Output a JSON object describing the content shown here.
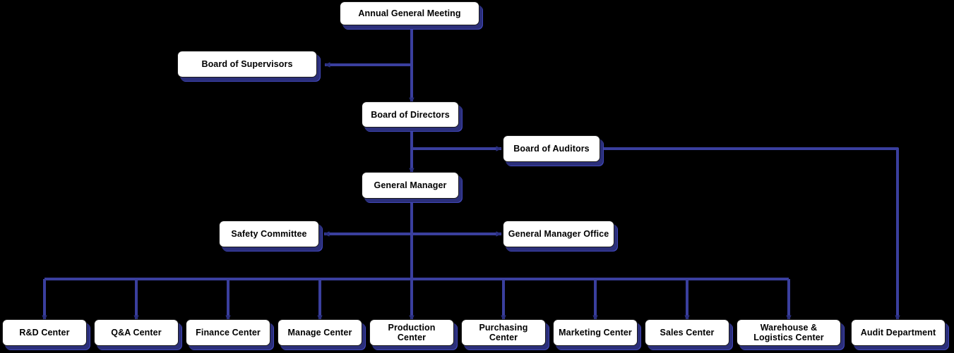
{
  "diagram": {
    "title": "Organizational Structure Chart",
    "type": "org-chart",
    "background_color": "#000000",
    "node_fill": "#ffffff",
    "node_border": "#1a1a1a",
    "connector_color": "#3a3f9e",
    "shadow_color": "#4046b8",
    "text_color": "#000000"
  },
  "nodes": {
    "annual_general_meeting": "Annual General Meeting",
    "board_of_supervisors": "Board of Supervisors",
    "board_of_directors": "Board of Directors",
    "board_of_auditors": "Board of Auditors",
    "general_manager": "General Manager",
    "safety_committee": "Safety Committee",
    "general_manager_office": "General Manager Office",
    "rd_center": "R&D Center",
    "qa_center": "Q&A Center",
    "finance_center": "Finance Center",
    "manage_center": "Manage Center",
    "production_center": "Production Center",
    "purchasing_center": "Purchasing Center",
    "marketing_center": "Marketing Center",
    "sales_center": "Sales Center",
    "warehouse_logistics_center": "Warehouse & Logistics Center",
    "audit_department": "Audit Department"
  },
  "edges": [
    {
      "from": "annual_general_meeting",
      "to": "board_of_supervisors"
    },
    {
      "from": "annual_general_meeting",
      "to": "board_of_directors"
    },
    {
      "from": "board_of_directors",
      "to": "board_of_auditors"
    },
    {
      "from": "board_of_directors",
      "to": "general_manager"
    },
    {
      "from": "board_of_auditors",
      "to": "audit_department"
    },
    {
      "from": "general_manager",
      "to": "safety_committee"
    },
    {
      "from": "general_manager",
      "to": "general_manager_office"
    },
    {
      "from": "general_manager",
      "to": "rd_center"
    },
    {
      "from": "general_manager",
      "to": "qa_center"
    },
    {
      "from": "general_manager",
      "to": "finance_center"
    },
    {
      "from": "general_manager",
      "to": "manage_center"
    },
    {
      "from": "general_manager",
      "to": "production_center"
    },
    {
      "from": "general_manager",
      "to": "purchasing_center"
    },
    {
      "from": "general_manager",
      "to": "marketing_center"
    },
    {
      "from": "general_manager",
      "to": "sales_center"
    },
    {
      "from": "general_manager",
      "to": "warehouse_logistics_center"
    }
  ]
}
